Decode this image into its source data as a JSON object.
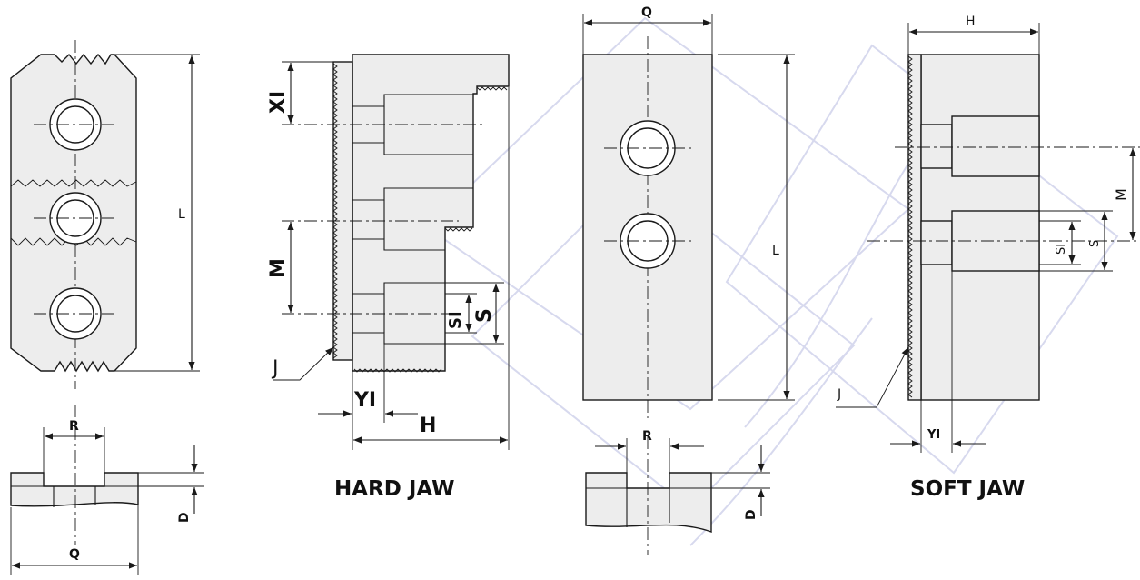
{
  "labels": {
    "L": "L",
    "Q": "Q",
    "R": "R",
    "D": "D",
    "H": "H",
    "X1": "XI",
    "Y1": "YI",
    "M": "M",
    "S": "S",
    "S1": "SI",
    "J": "J"
  },
  "captions": {
    "hard": "HARD JAW",
    "soft": "SOFT JAW"
  }
}
